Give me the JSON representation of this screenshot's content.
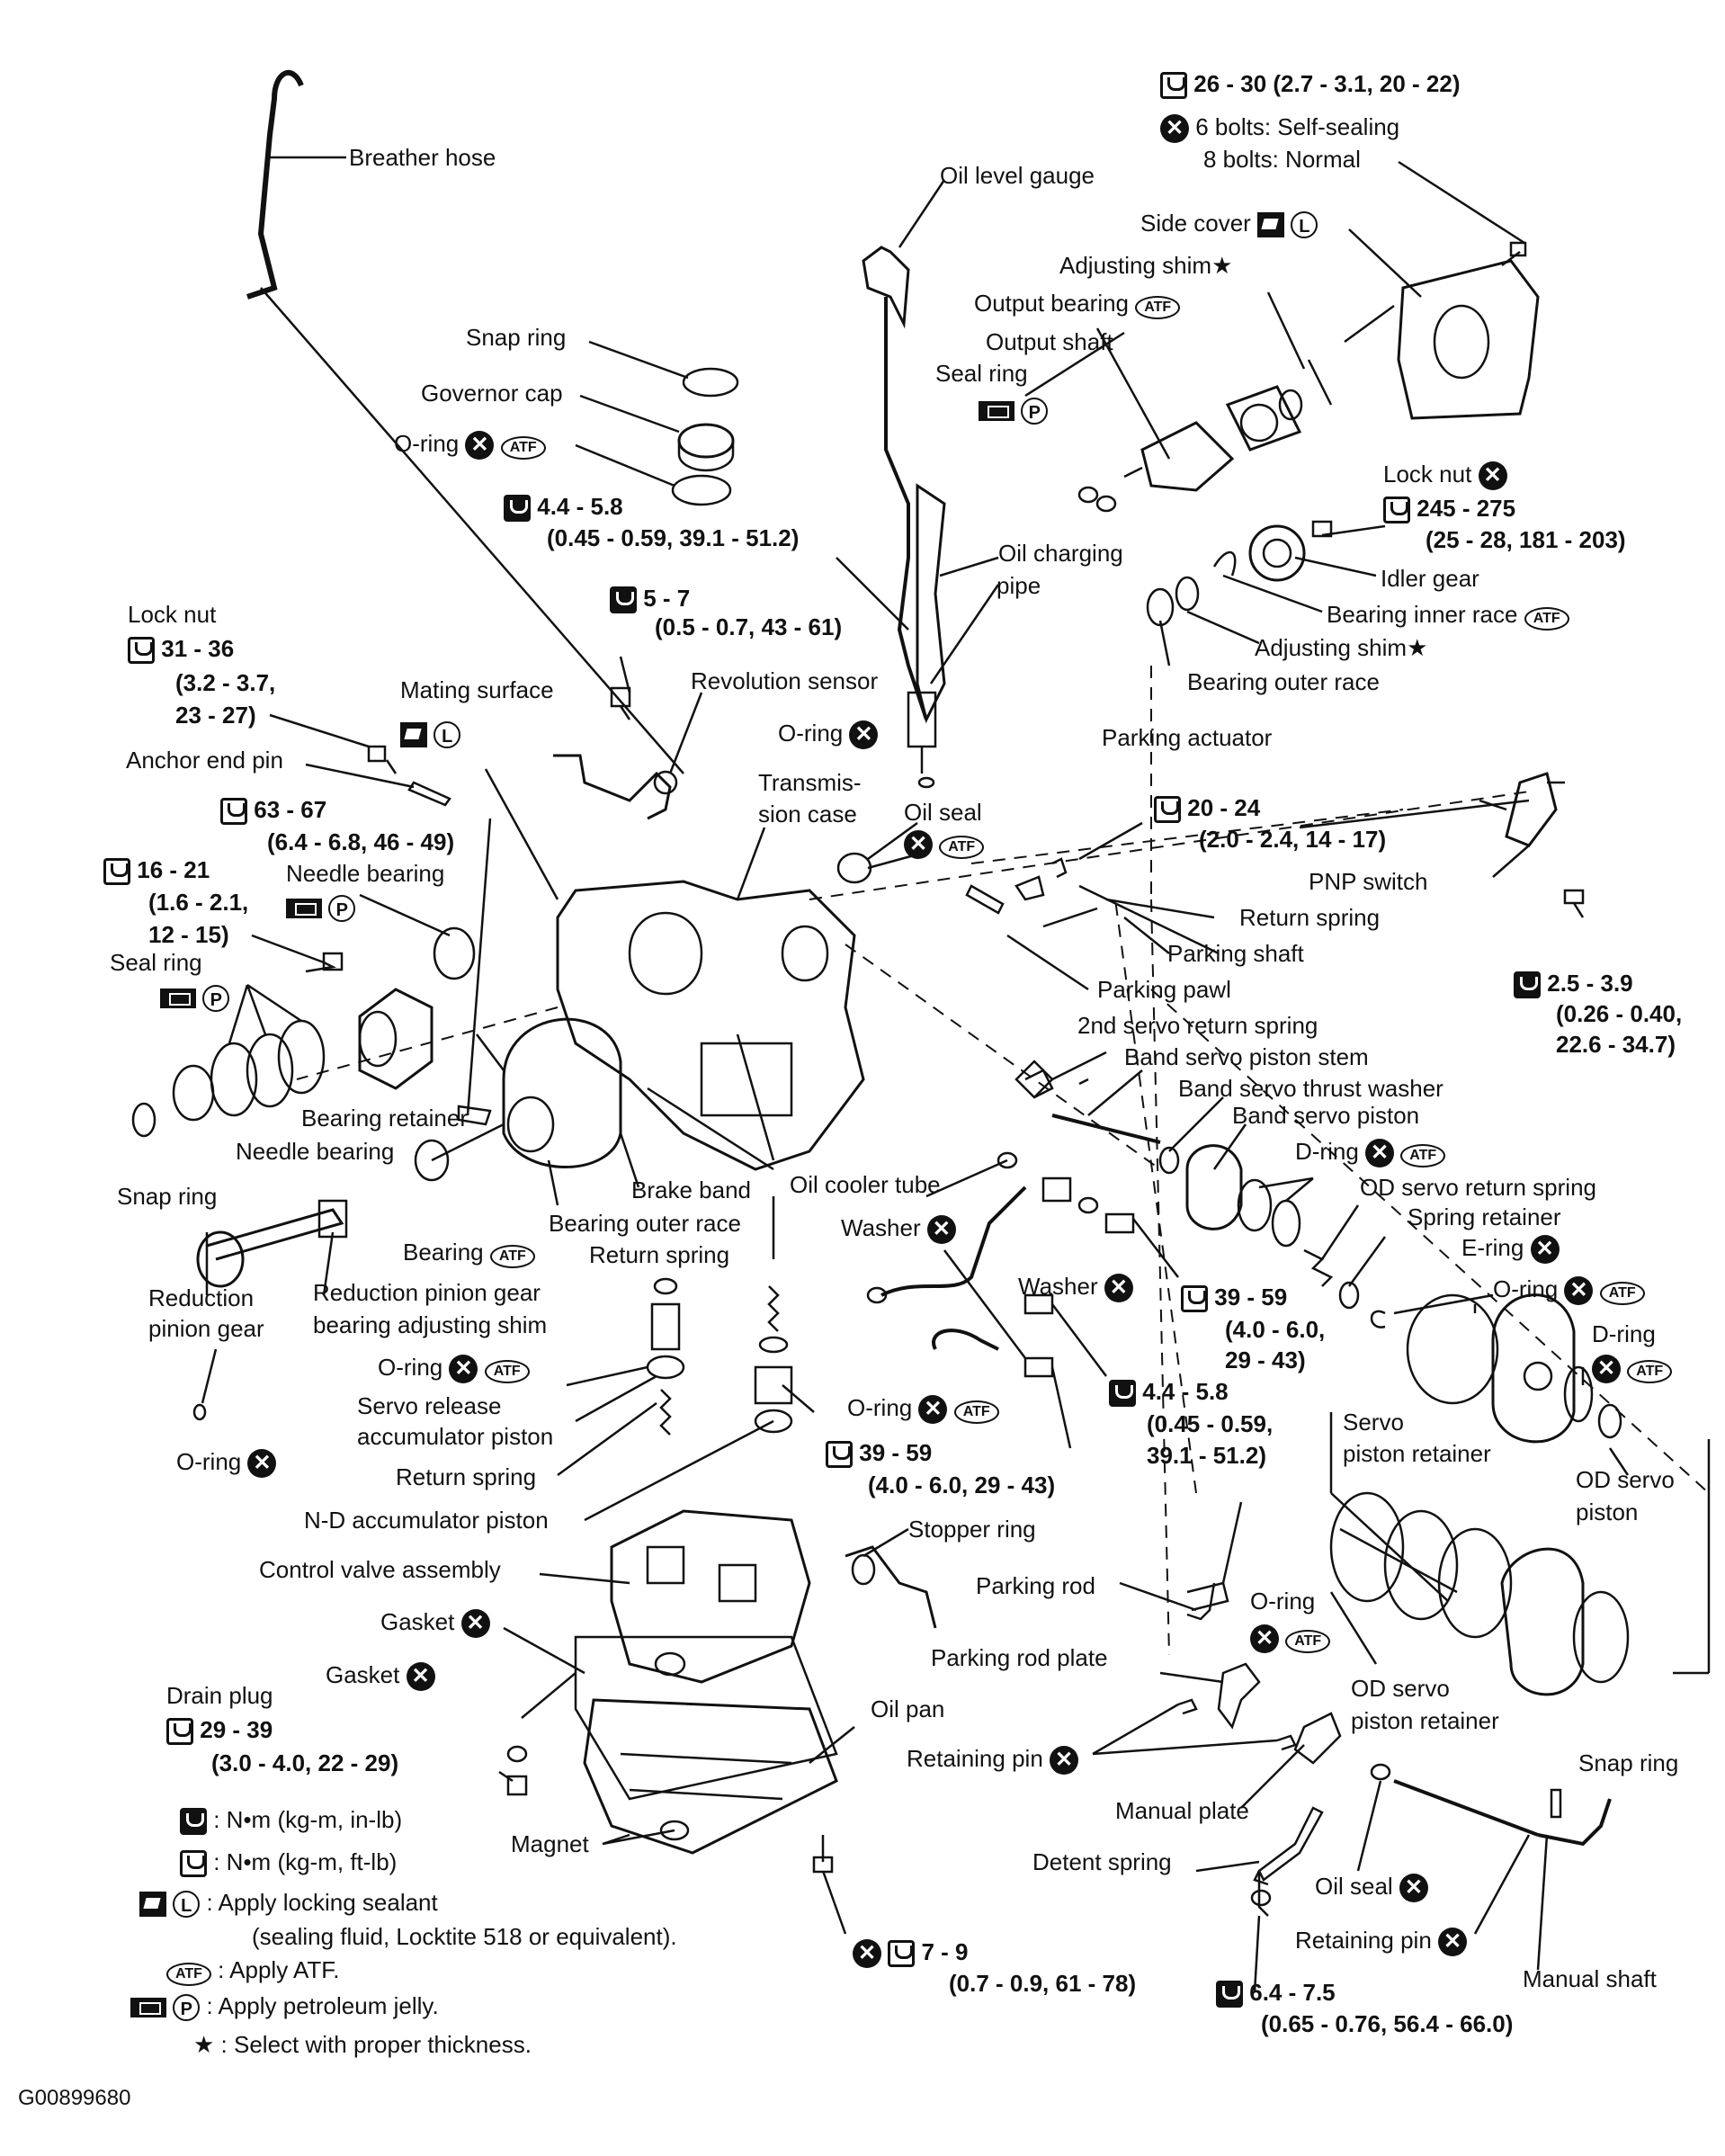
{
  "labels": {
    "torque_side_cover": "26 - 30 (2.7 - 3.1, 20 - 22)",
    "bolts_self_sealing": "6 bolts: Self-sealing",
    "bolts_normal": "8 bolts: Normal",
    "breather_hose": "Breather hose",
    "oil_level_gauge": "Oil level gauge",
    "side_cover": "Side cover",
    "adjusting_shim_1": "Adjusting shim★",
    "output_bearing": "Output bearing",
    "output_shaft": "Output shaft",
    "seal_ring_top": "Seal ring",
    "snap_ring_top": "Snap ring",
    "governor_cap": "Governor cap",
    "o_ring_1": "O-ring",
    "torque_44_a": "4.4 - 5.8",
    "torque_044_a": "(0.45 - 0.59, 39.1 - 51.2)",
    "lock_nut_right": "Lock nut",
    "torque_245": "245 - 275",
    "torque_25": "(25 - 28, 181 - 203)",
    "idler_gear": "Idler gear",
    "oil_charging_pipe_1": "Oil charging",
    "oil_charging_pipe_2": "pipe",
    "bearing_inner_race": "Bearing inner race",
    "adjusting_shim_2": "Adjusting shim★",
    "bearing_outer_race_top": "Bearing outer race",
    "lock_nut_left": "Lock nut",
    "torque_31": "31 - 36",
    "torque_32": "(3.2 - 3.7,",
    "torque_23": "23 - 27)",
    "torque_5_7": "5 - 7",
    "torque_05_07": "(0.5 - 0.7, 43 - 61)",
    "revolution_sensor": "Revolution sensor",
    "mating_surface": "Mating surface",
    "o_ring_2": "O-ring",
    "parking_actuator": "Parking actuator",
    "anchor_end_pin": "Anchor end pin",
    "transmission_case_1": "Transmis-",
    "transmission_case_2": "sion case",
    "oil_seal_1": "Oil seal",
    "torque_63": "63 - 67",
    "torque_64": "(6.4 - 6.8, 46 - 49)",
    "torque_20": "20 - 24",
    "torque_20b": "(2.0 - 2.4, 14 - 17)",
    "torque_16": "16 - 21",
    "torque_16b": "(1.6 - 2.1,",
    "torque_16c": "12 - 15)",
    "needle_bearing_1": "Needle bearing",
    "pnp_switch": "PNP switch",
    "return_spring_1": "Return spring",
    "seal_ring_left": "Seal ring",
    "parking_shaft": "Parking shaft",
    "parking_pawl": "Parking pawl",
    "torque_25_39": "2.5 - 3.9",
    "torque_026": "(0.26 - 0.40,",
    "torque_226": "22.6 - 34.7)",
    "second_servo_return_spring": "2nd servo return spring",
    "band_servo_piston_stem": "Band servo piston stem",
    "band_servo_thrust_washer": "Band servo thrust washer",
    "band_servo_piston": "Band servo piston",
    "bearing_retainer": "Bearing retainer",
    "needle_bearing_2": "Needle bearing",
    "d_ring_1": "D-ring",
    "snap_ring_left": "Snap ring",
    "od_servo_return_spring": "OD servo return spring",
    "brake_band": "Brake band",
    "oil_cooler_tube": "Oil cooler tube",
    "spring_retainer": "Spring retainer",
    "bearing_outer_race_mid": "Bearing outer race",
    "washer_1": "Washer",
    "e_ring": "E-ring",
    "bearing_label": "Bearing",
    "return_spring_2": "Return spring",
    "washer_2": "Washer",
    "reduction_pinion_gear_1": "Reduction",
    "reduction_pinion_gear_2": "pinion gear",
    "reduction_shim_1": "Reduction pinion gear",
    "reduction_shim_2": "bearing adjusting shim",
    "o_ring_3": "O-ring",
    "torque_39a": "39 - 59",
    "torque_40a": "(4.0 - 6.0,",
    "torque_29a": "29 - 43)",
    "d_ring_2": "D-ring",
    "o_ring_4": "O-ring",
    "servo_release_1": "Servo release",
    "servo_release_2": "accumulator piston",
    "torque_44_b": "4.4 - 5.8",
    "torque_045_b": "(0.45 - 0.59,",
    "torque_391_b": "39.1 - 51.2)",
    "servo_piston_retainer_1": "Servo",
    "servo_piston_retainer_2": "piston retainer",
    "od_servo_piston_1": "OD servo",
    "od_servo_piston_2": "piston",
    "o_ring_5": "O-ring",
    "o_ring_6": "O-ring",
    "torque_39b": "39 - 59",
    "torque_40b": "(4.0 - 6.0, 29 - 43)",
    "return_spring_3": "Return spring",
    "nd_accumulator": "N-D accumulator piston",
    "stopper_ring": "Stopper ring",
    "control_valve": "Control valve assembly",
    "parking_rod": "Parking rod",
    "gasket_1": "Gasket",
    "o_ring_7": "O-ring",
    "gasket_2": "Gasket",
    "parking_rod_plate": "Parking rod plate",
    "od_servo_piston_retainer_1": "OD servo",
    "od_servo_piston_retainer_2": "piston retainer",
    "drain_plug": "Drain plug",
    "oil_pan": "Oil pan",
    "torque_29_39": "29 - 39",
    "torque_30_40": "(3.0 - 4.0, 22 - 29)",
    "retaining_pin_1": "Retaining pin",
    "snap_ring_right": "Snap ring",
    "manual_plate": "Manual plate",
    "magnet": "Magnet",
    "detent_spring": "Detent spring",
    "oil_seal_2": "Oil seal",
    "retaining_pin_2": "Retaining pin",
    "torque_7_9": "7 - 9",
    "torque_07_09": "(0.7 - 0.9, 61 - 78)",
    "manual_shaft": "Manual shaft",
    "torque_64_75": "6.4 - 7.5",
    "torque_065": "(0.65 - 0.76, 56.4 - 66.0)"
  },
  "legend": {
    "nm_inlb": ": N•m (kg-m, in-lb)",
    "nm_ftlb": ": N•m (kg-m, ft-lb)",
    "locking_sealant_1": ": Apply locking sealant",
    "locking_sealant_2": "(sealing fluid, Locktite 518 or equivalent).",
    "apply_atf": ": Apply ATF.",
    "petroleum_jelly": ": Apply petroleum jelly.",
    "select_thickness": ": Select with proper thickness."
  },
  "symbols": {
    "atf": "ATF",
    "locking_letter": "L",
    "jelly_letter": "P",
    "x_mark": "✕",
    "star": "★"
  },
  "figure_code": "G00899680"
}
